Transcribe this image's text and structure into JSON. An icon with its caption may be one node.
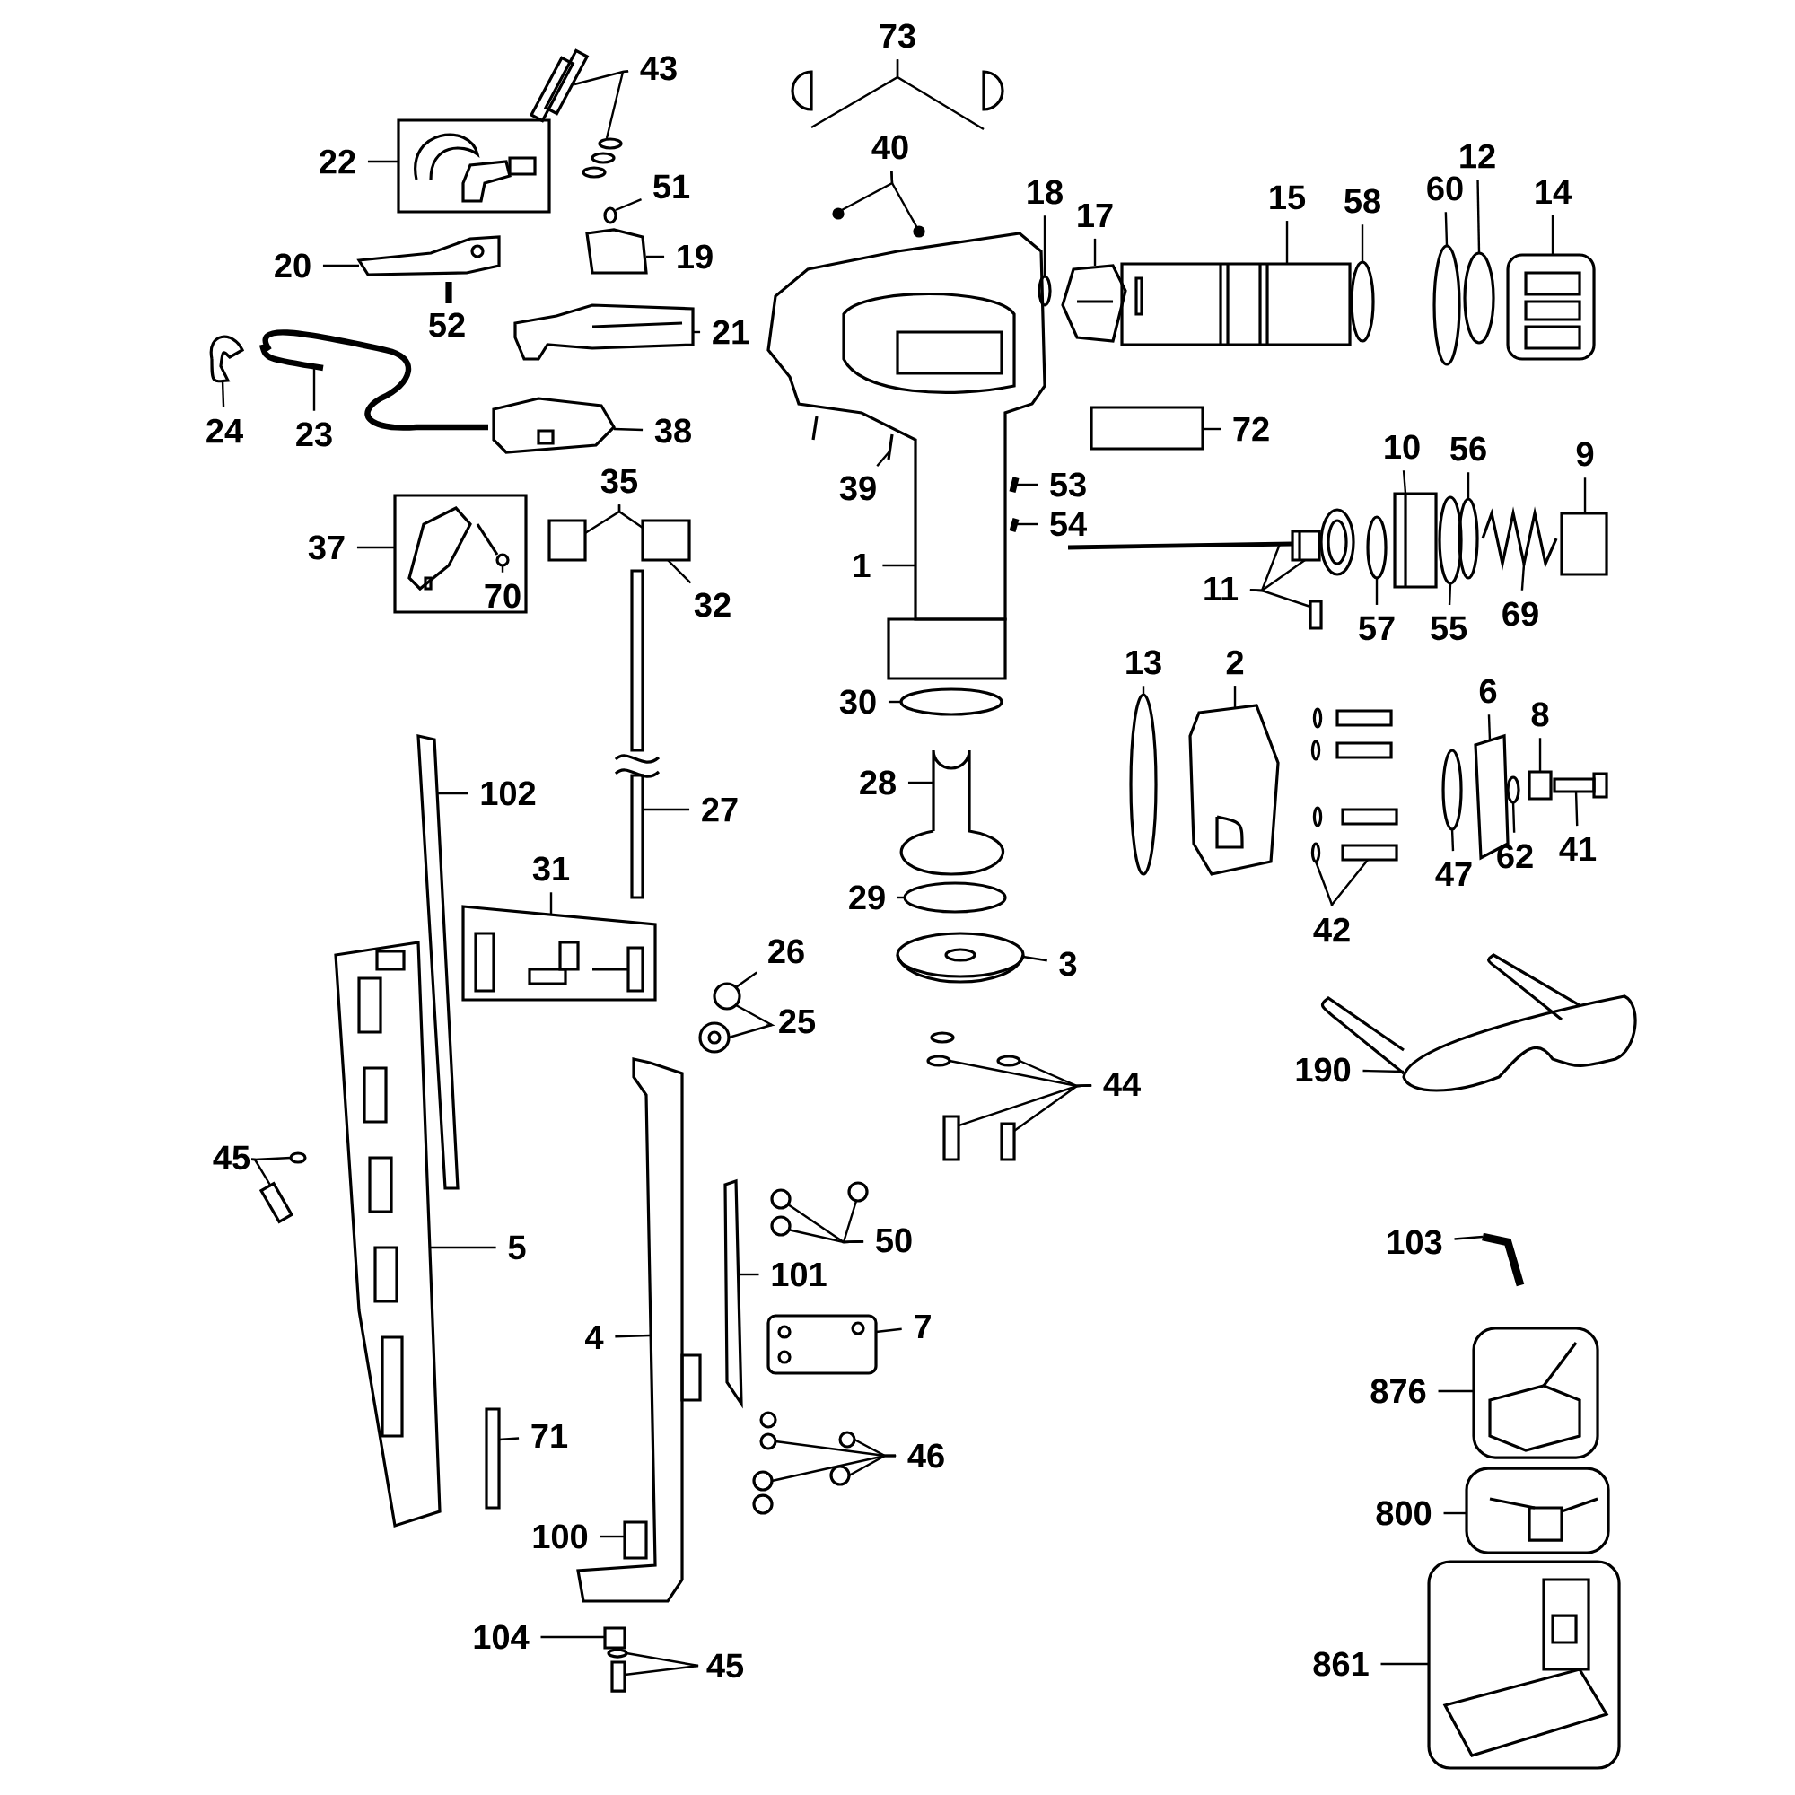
{
  "diagram": {
    "nodes": [
      {
        "text": [
          "43"
        ]
      },
      {
        "text": [
          "73"
        ]
      },
      {
        "text": [
          "22"
        ]
      },
      {
        "text": [
          "40"
        ]
      },
      {
        "text": [
          "12"
        ]
      },
      {
        "text": [
          "60"
        ]
      },
      {
        "text": [
          "18"
        ]
      },
      {
        "text": [
          "51"
        ]
      },
      {
        "text": [
          "14"
        ]
      },
      {
        "text": [
          "15"
        ]
      },
      {
        "text": [
          "58"
        ]
      },
      {
        "text": [
          "17"
        ]
      },
      {
        "text": [
          "20"
        ]
      },
      {
        "text": [
          "19"
        ]
      },
      {
        "text": [
          "52"
        ]
      },
      {
        "text": [
          "21"
        ]
      },
      {
        "text": [
          "72"
        ]
      },
      {
        "text": [
          "24"
        ]
      },
      {
        "text": [
          "23"
        ]
      },
      {
        "text": [
          "38"
        ]
      },
      {
        "text": [
          "10"
        ]
      },
      {
        "text": [
          "56"
        ]
      },
      {
        "text": [
          "9"
        ]
      },
      {
        "text": [
          "35"
        ]
      },
      {
        "text": [
          "39"
        ]
      },
      {
        "text": [
          "53"
        ]
      },
      {
        "text": [
          "54"
        ]
      },
      {
        "text": [
          "37"
        ]
      },
      {
        "text": [
          "1"
        ]
      },
      {
        "text": [
          "11"
        ]
      },
      {
        "text": [
          "70"
        ],
        "in": 84
      },
      {
        "text": [
          "32"
        ]
      },
      {
        "text": [
          "57"
        ]
      },
      {
        "text": [
          "55"
        ]
      },
      {
        "text": [
          "69"
        ]
      },
      {
        "text": [
          "13"
        ]
      },
      {
        "text": [
          "2"
        ]
      },
      {
        "text": [
          "30"
        ]
      },
      {
        "text": [
          "6"
        ]
      },
      {
        "text": [
          "8"
        ]
      },
      {
        "text": [
          "28"
        ]
      },
      {
        "text": [
          "102"
        ]
      },
      {
        "text": [
          "27"
        ]
      },
      {
        "text": [
          "47"
        ]
      },
      {
        "text": [
          "62"
        ]
      },
      {
        "text": [
          "41"
        ]
      },
      {
        "text": [
          "31"
        ]
      },
      {
        "text": [
          "29"
        ]
      },
      {
        "text": [
          "42"
        ]
      },
      {
        "text": [
          "26"
        ]
      },
      {
        "text": [
          "3"
        ]
      },
      {
        "text": [
          "25"
        ]
      },
      {
        "text": [
          "190"
        ]
      },
      {
        "text": [
          "44"
        ]
      },
      {
        "text": [
          "45"
        ]
      },
      {
        "text": [
          "50"
        ]
      },
      {
        "text": [
          "5"
        ]
      },
      {
        "text": [
          "103"
        ]
      },
      {
        "text": [
          "101"
        ]
      },
      {
        "text": [
          "7"
        ]
      },
      {
        "text": [
          "4"
        ]
      },
      {
        "text": [
          "876"
        ]
      },
      {
        "text": [
          "71"
        ]
      },
      {
        "text": [
          "46"
        ]
      },
      {
        "text": [
          "800"
        ]
      },
      {
        "text": [
          "100"
        ]
      },
      {
        "text": [
          "104"
        ]
      },
      {
        "text": [
          "861"
        ]
      },
      {
        "text": [
          "45"
        ]
      },
      {
        "text": [],
        "shape": "picture"
      },
      {
        "text": [],
        "shape": "picture"
      },
      {
        "text": [],
        "shape": "picture"
      },
      {
        "text": [],
        "shape": "semicircle"
      },
      {
        "text": [],
        "shape": "semicircle"
      },
      {
        "text": [],
        "shape": "circle"
      },
      {
        "text": [],
        "shape": "circle"
      },
      {
        "text": [],
        "shape": "circle"
      },
      {
        "text": [],
        "shape": "picture"
      },
      {
        "text": [],
        "shape": "picture"
      },
      {
        "text": [],
        "shape": "picture"
      },
      {
        "text": [],
        "shape": "picture"
      },
      {
        "text": [],
        "shape": "picture"
      },
      {
        "text": [],
        "shape": "picture"
      },
      {
        "text": [],
        "shape": "picture"
      },
      {
        "text": [],
        "shape": "picture"
      },
      {
        "text": [],
        "shape": "picture",
        "in": 84
      },
      {
        "text": [],
        "shape": "box"
      },
      {
        "text": [],
        "shape": "box"
      },
      {
        "text": [],
        "shape": "picture"
      },
      {
        "text": [],
        "shape": "picture"
      },
      {
        "text": [],
        "shape": "circle"
      },
      {
        "text": [],
        "shape": "picture"
      },
      {
        "text": [],
        "shape": "picture"
      },
      {
        "text": [],
        "shape": "circle"
      },
      {
        "text": [],
        "shape": "circle"
      },
      {
        "text": [],
        "shape": "circle"
      },
      {
        "text": [],
        "shape": "picture"
      },
      {
        "text": [],
        "shape": "box"
      },
      {
        "text": [],
        "shape": "picture"
      },
      {
        "text": [],
        "shape": "picture"
      },
      {
        "text": [],
        "shape": "picture"
      },
      {
        "text": [],
        "shape": "picture"
      },
      {
        "text": [],
        "shape": "picture"
      },
      {
        "text": [],
        "shape": "box"
      },
      {
        "text": [],
        "shape": "circle"
      },
      {
        "text": [],
        "shape": "picture"
      },
      {
        "text": [],
        "shape": "circle"
      },
      {
        "text": [],
        "shape": "circle"
      },
      {
        "text": [],
        "shape": "picture"
      },
      {
        "text": [],
        "shape": "box"
      },
      {
        "text": [],
        "shape": "circle"
      },
      {
        "text": [],
        "shape": "picture"
      },
      {
        "text": [],
        "shape": "circle"
      },
      {
        "text": [],
        "shape": "picture"
      },
      {
        "text": [],
        "shape": "circle"
      },
      {
        "text": [],
        "shape": "picture"
      },
      {
        "text": [],
        "shape": "picture"
      },
      {
        "text": [],
        "shape": "picture"
      },
      {
        "text": [],
        "shape": "circle"
      },
      {
        "text": [],
        "shape": "picture"
      },
      {
        "text": [],
        "shape": "circle"
      },
      {
        "text": [],
        "shape": "box"
      },
      {
        "text": [],
        "shape": "picture"
      },
      {
        "text": [],
        "shape": "picture"
      },
      {
        "text": [],
        "shape": "picture"
      },
      {
        "text": [],
        "shape": "circle"
      },
      {
        "text": [],
        "shape": "picture"
      },
      {
        "text": [],
        "shape": "picture"
      },
      {
        "text": [],
        "shape": "circle"
      },
      {
        "text": [],
        "shape": "box"
      },
      {
        "text": [],
        "shape": "box"
      },
      {
        "text": [],
        "shape": "picture"
      },
      {
        "text": [],
        "shape": "circle"
      },
      {
        "text": [],
        "shape": "picture"
      },
      {
        "text": [],
        "shape": "picture"
      },
      {
        "text": [],
        "shape": "circle"
      },
      {
        "text": [],
        "shape": "circle"
      },
      {
        "text": [],
        "shape": "circle"
      },
      {
        "text": [],
        "shape": "picture"
      },
      {
        "text": [],
        "shape": "picture"
      },
      {
        "text": [],
        "shape": "picture"
      },
      {
        "text": [],
        "shape": "picture"
      },
      {
        "text": [],
        "shape": "picture"
      },
      {
        "text": [],
        "shape": "box"
      },
      {
        "text": [],
        "shape": "picture"
      },
      {
        "text": [],
        "shape": "circle"
      },
      {
        "text": [],
        "shape": "picture"
      },
      {
        "text": [],
        "shape": "circle"
      },
      {
        "text": [],
        "shape": "picture"
      },
      {
        "text": [],
        "shape": "box"
      },
      {
        "text": [],
        "shape": "box"
      },
      {
        "text": [],
        "shape": "picture"
      },
      {
        "text": [],
        "shape": "circle"
      },
      {
        "text": [],
        "shape": "box"
      }
    ],
    "edges": [
      {
        "from": 0,
        "to": 69,
        "arrow": "none"
      },
      {
        "from": 0,
        "to": 70,
        "arrow": "none"
      },
      {
        "from": 1,
        "to": 72,
        "arrow": "none"
      },
      {
        "from": 1,
        "to": 73,
        "arrow": "none"
      },
      {
        "from": 2,
        "to": 71,
        "arrow": "none"
      },
      {
        "from": 3,
        "to": 74,
        "arrow": "none"
      },
      {
        "from": 3,
        "to": 75,
        "arrow": "none"
      },
      {
        "from": 4,
        "to": 95,
        "arrow": "none"
      },
      {
        "from": 5,
        "to": 94,
        "arrow": "none"
      },
      {
        "from": 6,
        "to": 90,
        "arrow": "none"
      },
      {
        "from": 7,
        "to": 76,
        "arrow": "none"
      },
      {
        "from": 8,
        "to": 96,
        "arrow": "none"
      },
      {
        "from": 9,
        "to": 92,
        "arrow": "none"
      },
      {
        "from": 10,
        "to": 93,
        "arrow": "none"
      },
      {
        "from": 11,
        "to": 91,
        "arrow": "none"
      },
      {
        "from": 12,
        "to": 78,
        "arrow": "none"
      },
      {
        "from": 13,
        "to": 77,
        "arrow": "none"
      },
      {
        "from": 14,
        "to": 79,
        "arrow": "none"
      },
      {
        "from": 15,
        "to": 80,
        "arrow": "none"
      },
      {
        "from": 16,
        "to": 97,
        "arrow": "none"
      },
      {
        "from": 17,
        "to": 81,
        "arrow": "none"
      },
      {
        "from": 18,
        "to": 82,
        "arrow": "none"
      },
      {
        "from": 19,
        "to": 83,
        "arrow": "none"
      },
      {
        "from": 20,
        "to": 105,
        "arrow": "none"
      },
      {
        "from": 21,
        "to": 107,
        "arrow": "none"
      },
      {
        "from": 22,
        "to": 109,
        "arrow": "none"
      },
      {
        "from": 23,
        "to": 86,
        "arrow": "none"
      },
      {
        "from": 23,
        "to": 87,
        "arrow": "none"
      },
      {
        "from": 24,
        "to": 89,
        "arrow": "none"
      },
      {
        "from": 25,
        "to": 98,
        "arrow": "none"
      },
      {
        "from": 26,
        "to": 99,
        "arrow": "none"
      },
      {
        "from": 27,
        "to": 84,
        "arrow": "none"
      },
      {
        "from": 28,
        "to": 88,
        "arrow": "none"
      },
      {
        "from": 29,
        "to": 101,
        "arrow": "none"
      },
      {
        "from": 29,
        "to": 102,
        "arrow": "none"
      },
      {
        "from": 29,
        "to": 103,
        "arrow": "none"
      },
      {
        "from": 30,
        "to": 85,
        "arrow": "none"
      },
      {
        "from": 31,
        "to": 87,
        "arrow": "none"
      },
      {
        "from": 32,
        "to": 104,
        "arrow": "none"
      },
      {
        "from": 33,
        "to": 106,
        "arrow": "none"
      },
      {
        "from": 34,
        "to": 108,
        "arrow": "none"
      },
      {
        "from": 35,
        "to": 114,
        "arrow": "none"
      },
      {
        "from": 36,
        "to": 115,
        "arrow": "none"
      },
      {
        "from": 37,
        "to": 110,
        "arrow": "none"
      },
      {
        "from": 38,
        "to": 119,
        "arrow": "none"
      },
      {
        "from": 39,
        "to": 121,
        "arrow": "none"
      },
      {
        "from": 40,
        "to": 111,
        "arrow": "none"
      },
      {
        "from": 41,
        "to": 123,
        "arrow": "none"
      },
      {
        "from": 42,
        "to": 100,
        "arrow": "none"
      },
      {
        "from": 43,
        "to": 118,
        "arrow": "none"
      },
      {
        "from": 44,
        "to": 120,
        "arrow": "none"
      },
      {
        "from": 45,
        "to": 122,
        "arrow": "none"
      },
      {
        "from": 46,
        "to": 124,
        "arrow": "none"
      },
      {
        "from": 47,
        "to": 112,
        "arrow": "none"
      },
      {
        "from": 48,
        "to": 116,
        "arrow": "none"
      },
      {
        "from": 48,
        "to": 117,
        "arrow": "none"
      },
      {
        "from": 49,
        "to": 125,
        "arrow": "none"
      },
      {
        "from": 50,
        "to": 113,
        "arrow": "none"
      },
      {
        "from": 51,
        "to": 125,
        "arrow": "none"
      },
      {
        "from": 51,
        "to": 126,
        "arrow": "none"
      },
      {
        "from": 52,
        "to": 131,
        "arrow": "none"
      },
      {
        "from": 53,
        "to": 128,
        "arrow": "none"
      },
      {
        "from": 53,
        "to": 127,
        "arrow": "none"
      },
      {
        "from": 53,
        "to": 129,
        "arrow": "none"
      },
      {
        "from": 53,
        "to": 130,
        "arrow": "none"
      },
      {
        "from": 54,
        "to": 132,
        "arrow": "none"
      },
      {
        "from": 54,
        "to": 133,
        "arrow": "none"
      },
      {
        "from": 55,
        "to": 135,
        "arrow": "none"
      },
      {
        "from": 55,
        "to": 136,
        "arrow": "none"
      },
      {
        "from": 55,
        "to": 137,
        "arrow": "none"
      },
      {
        "from": 56,
        "to": 134,
        "arrow": "none"
      },
      {
        "from": 57,
        "to": 138,
        "arrow": "none"
      },
      {
        "from": 58,
        "to": 139,
        "arrow": "none"
      },
      {
        "from": 59,
        "to": 140,
        "arrow": "none"
      },
      {
        "from": 60,
        "to": 141,
        "arrow": "none"
      },
      {
        "from": 61,
        "to": 142,
        "arrow": "none"
      },
      {
        "from": 62,
        "to": 143,
        "arrow": "none"
      },
      {
        "from": 63,
        "to": 144,
        "arrow": "none"
      },
      {
        "from": 63,
        "to": 145,
        "arrow": "none"
      },
      {
        "from": 63,
        "to": 146,
        "arrow": "none"
      },
      {
        "from": 63,
        "to": 147,
        "arrow": "none"
      },
      {
        "from": 64,
        "to": 148,
        "arrow": "none"
      },
      {
        "from": 65,
        "to": 149,
        "arrow": "none"
      },
      {
        "from": 66,
        "to": 150,
        "arrow": "none"
      },
      {
        "from": 67,
        "to": 151,
        "arrow": "none"
      },
      {
        "from": 68,
        "to": 152,
        "arrow": "none"
      },
      {
        "from": 68,
        "to": 153,
        "arrow": "none"
      }
    ]
  }
}
